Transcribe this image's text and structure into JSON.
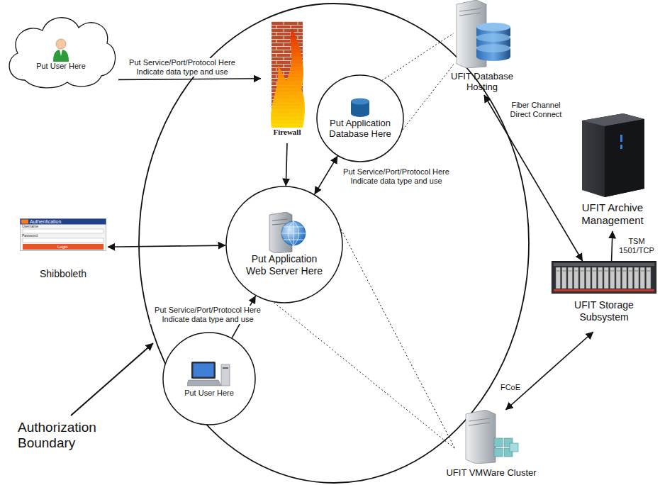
{
  "diagram": {
    "nodes": [
      {
        "text": [
          "Put User Here"
        ]
      },
      {
        "text": [
          "Authorization Boundary"
        ]
      },
      {
        "text": [
          "Firewall"
        ],
        "in": 1
      },
      {
        "text": [
          "Put Application Database Here"
        ],
        "in": 1
      },
      {
        "text": [
          "Put Application Web Server Here"
        ],
        "in": 1
      },
      {
        "text": [
          "Put User Here"
        ],
        "in": 1
      },
      {
        "text": [
          "Shibboleth"
        ]
      },
      {
        "text": [
          "UFIT Database Hosting"
        ]
      },
      {
        "text": [
          "UFIT Archive Management"
        ]
      },
      {
        "text": [
          "UFIT Storage Subsystem"
        ]
      },
      {
        "text": [
          "UFIT VMWare Cluster"
        ]
      }
    ],
    "edges": [
      {
        "from": 0,
        "to": 2,
        "arrow": "to",
        "label": "Put Service/Port/Protocol Here Indicate data type and use"
      },
      {
        "from": 2,
        "to": 4,
        "arrow": "to"
      },
      {
        "from": 4,
        "to": 3,
        "arrow": "both",
        "label": "Put Service/Port/Protocol Here Indicate data type and use"
      },
      {
        "from": 6,
        "to": 4,
        "arrow": "both"
      },
      {
        "from": 5,
        "to": 4,
        "arrow": "to",
        "label": "Put Service/Port/Protocol Here Indicate data type and use"
      },
      {
        "from": 7,
        "to": 9,
        "arrow": "both",
        "label": "Fiber Channel Direct Connect"
      },
      {
        "from": 9,
        "to": 8,
        "arrow": "to",
        "label": "TSM 1501/TCP"
      },
      {
        "from": 10,
        "to": 9,
        "arrow": "both",
        "label": "FCoE"
      },
      {
        "from": 3,
        "to": 7,
        "arrow": "none"
      },
      {
        "from": 4,
        "to": 10,
        "arrow": "none"
      }
    ],
    "labels": [
      "Authentication",
      "Username",
      "Password",
      "Login"
    ]
  }
}
